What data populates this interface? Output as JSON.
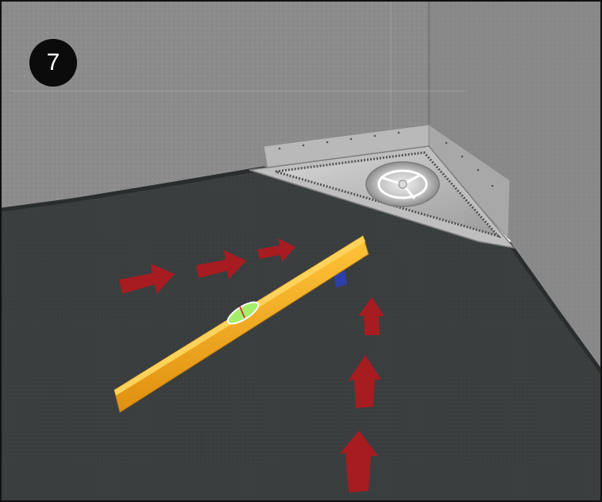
{
  "step": {
    "number": "7"
  },
  "illustration": {
    "objects": [
      "corner-wall",
      "floor",
      "corner-shower-drain",
      "spirit-level",
      "direction-arrows"
    ],
    "colors": {
      "wall": "#8f8f8f",
      "floor": "#3b3f40",
      "arrow": "#a61c21",
      "level": "#f2a31b",
      "bubble": "#9be65a",
      "drain_frame": "#c9c9c9",
      "badge": "#0b0b0b"
    }
  }
}
